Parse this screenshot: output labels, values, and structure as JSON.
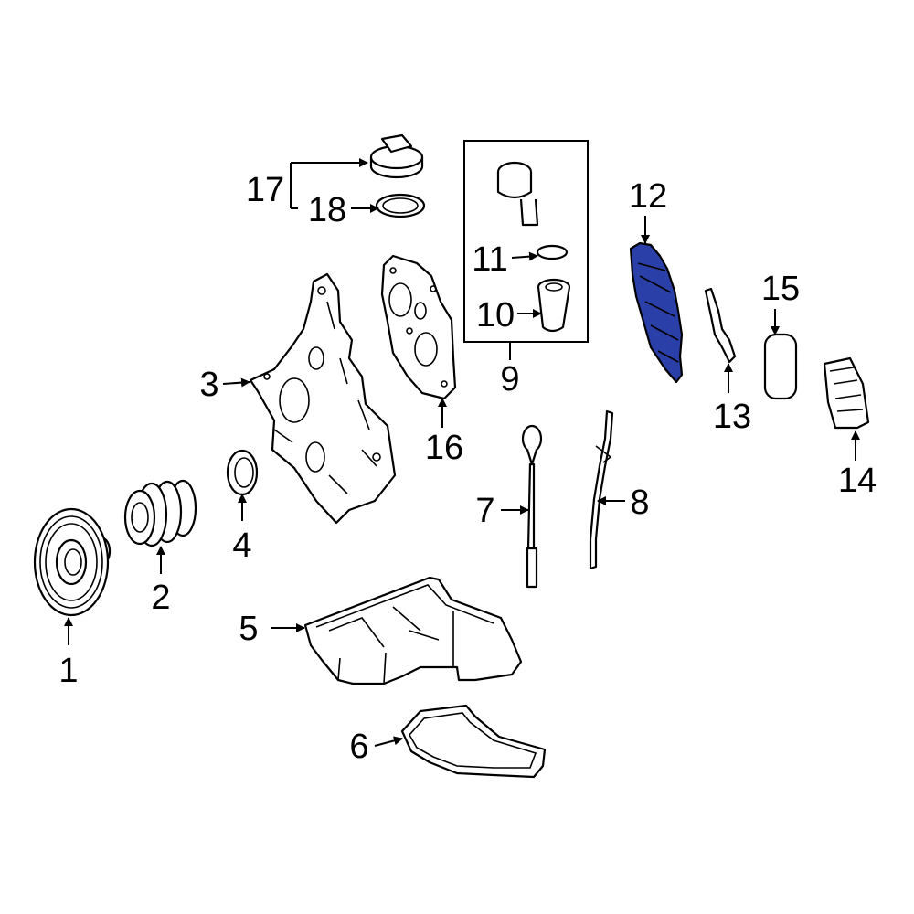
{
  "diagram": {
    "labels": {
      "p1": "1",
      "p2": "2",
      "p3": "3",
      "p4": "4",
      "p5": "5",
      "p6": "6",
      "p7": "7",
      "p8": "8",
      "p9": "9",
      "p10": "10",
      "p11": "11",
      "p12": "12",
      "p13": "13",
      "p14": "14",
      "p15": "15",
      "p16": "16",
      "p17": "17",
      "p18": "18"
    },
    "highlight_part": "12",
    "colors": {
      "highlight": "#2a3fa8",
      "line": "#000000",
      "background": "#ffffff"
    }
  }
}
